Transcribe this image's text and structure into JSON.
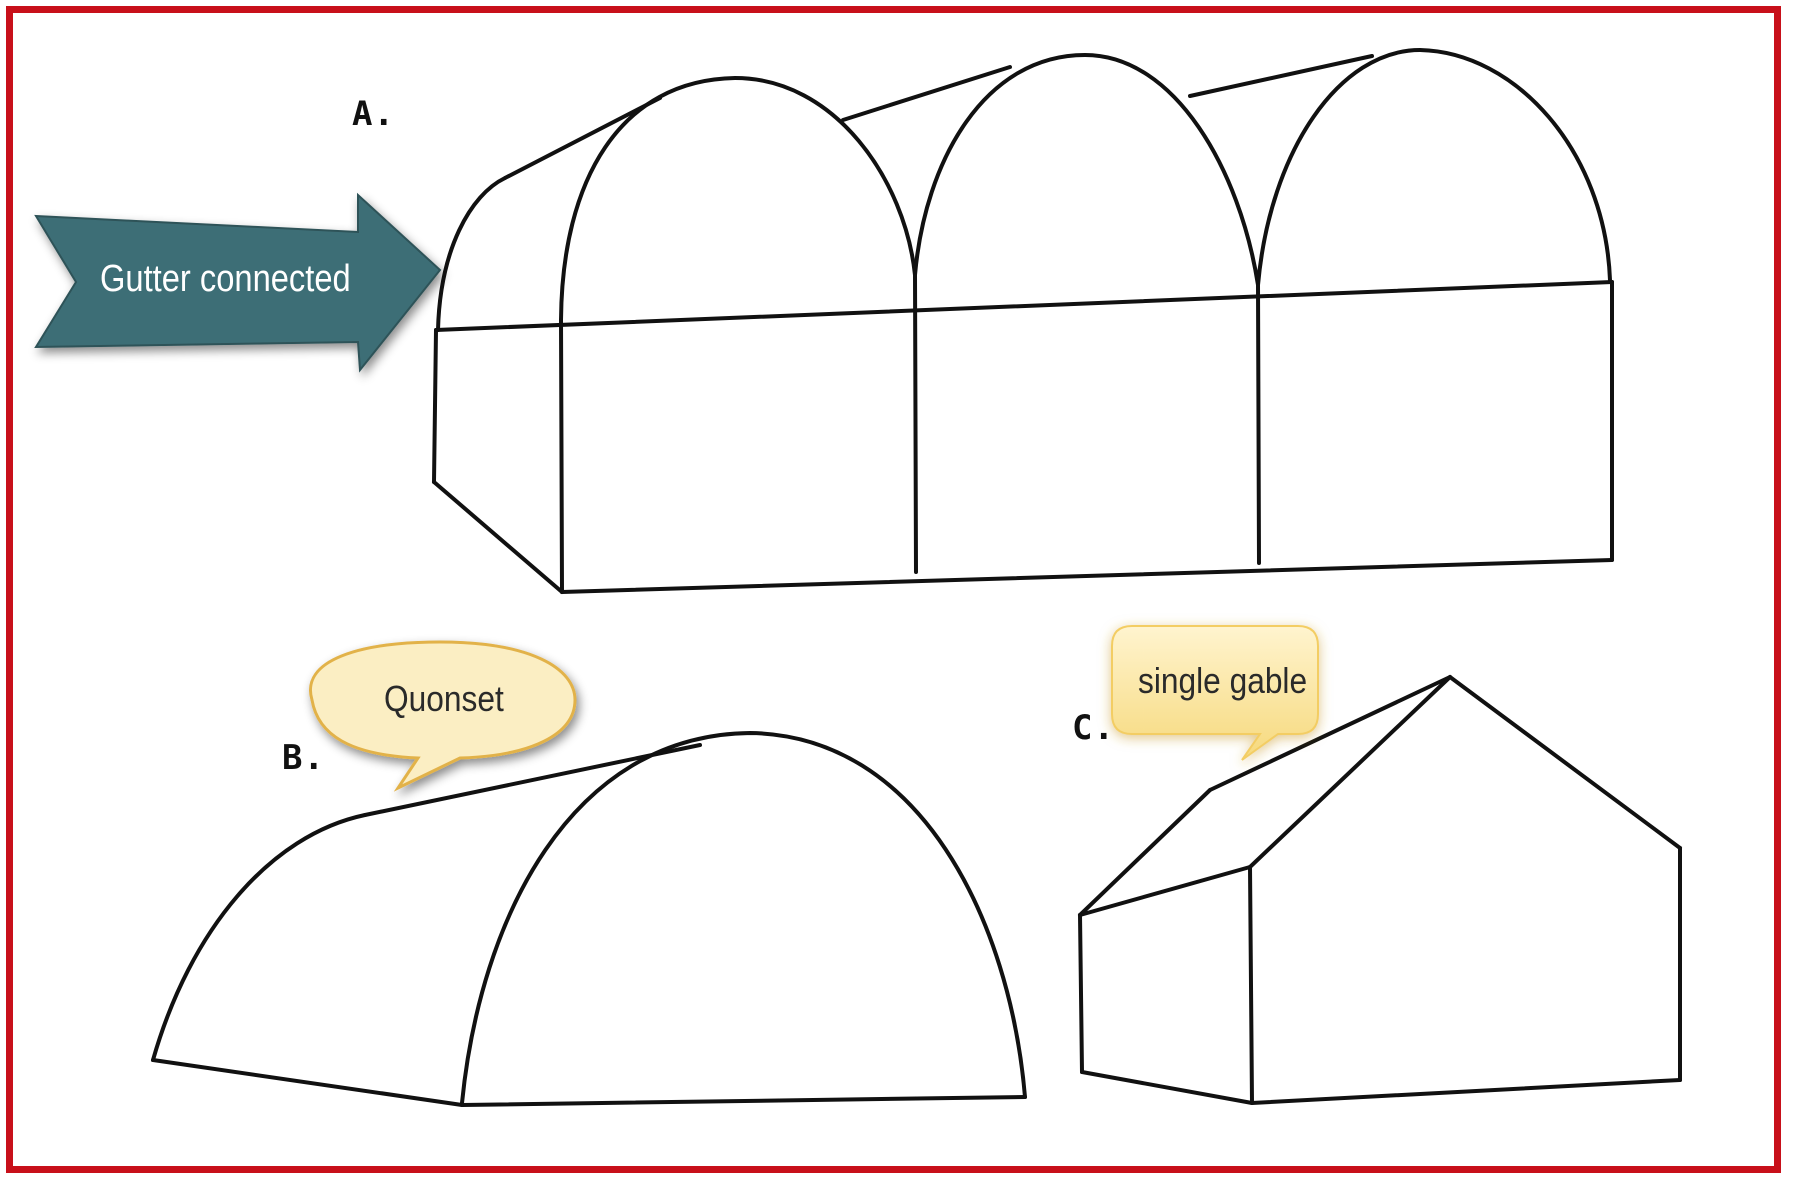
{
  "labels": {
    "a": "A.",
    "b": "B.",
    "c": "C."
  },
  "callouts": {
    "gutter": "Gutter connected",
    "quonset": "Quonset",
    "single_gable": "single gable"
  },
  "colors": {
    "border": "#c8101a",
    "arrow_fill": "#3d6e76",
    "bubble_fill": "#fbeec3",
    "bubble_stroke": "#e2b24a",
    "box_fill": "#fbe7a6"
  }
}
